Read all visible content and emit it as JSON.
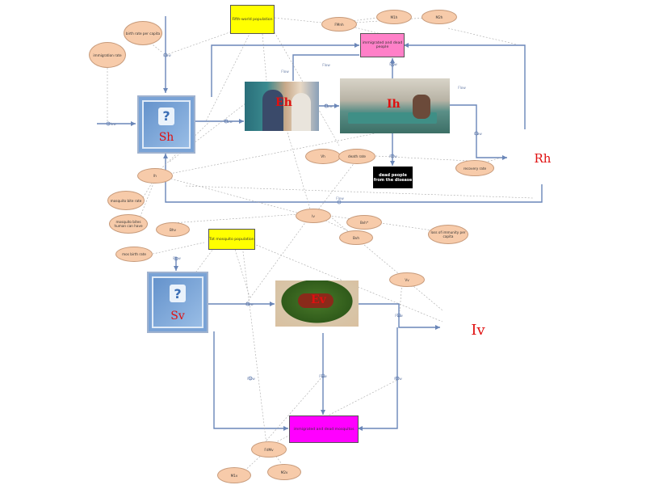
{
  "stocks": {
    "sh": "Sh",
    "eh": "Eh",
    "ih": "Ih",
    "rh": "Rh",
    "sv": "Sv",
    "ev": "Ev",
    "iv": "Iv"
  },
  "aux": {
    "birth_rate_per_capita": "birth rate per capita",
    "immigration_rate": "immigration rate",
    "m1h": "M1h",
    "m2h": "M2h",
    "fmh": "FMnh",
    "vh": "Vh",
    "death_rate": "death rate",
    "recovery_rate": "recovery rate",
    "lh": "lh",
    "lv": "lv",
    "mosquito_bite_rate": "mosquito bite rate",
    "mosquito_bites_human_can_have": "mosquito bites human can have",
    "bhv": "Bhv",
    "bvh_star": "Bvh*",
    "bvh": "Bvh",
    "loss_of_immunity": "loss of immunity per capita",
    "mos_birth_rate": "mos birth rate",
    "vv": "Vv",
    "fmv": "FdMv",
    "m1v": "M1v",
    "m2v": "M2v"
  },
  "boxes": {
    "human_population": "Fifth-world population",
    "immigrated_dead_people": "immigrated and dead people",
    "dead_people": "dead people from the disease",
    "mosquito_population": "Tot mosquito population",
    "immigrated_dead_mosquitos": "immigrated and dead mosquitos"
  },
  "flow_label": "Flow",
  "colors": {
    "flow_arrow": "#6a86b8",
    "aux_fill": "#f7cbaa",
    "label_red": "#e01010",
    "human_pop_box": "#ffff00",
    "immigrated_people_box": "#ff80c8",
    "immigrated_mosquitos_box": "#ff00ff"
  },
  "icons": {
    "sh": "question-icon",
    "sv": "question-icon",
    "eh": "people-photo",
    "ih": "hospital-ward-photo",
    "ev": "mosquito-photo"
  }
}
